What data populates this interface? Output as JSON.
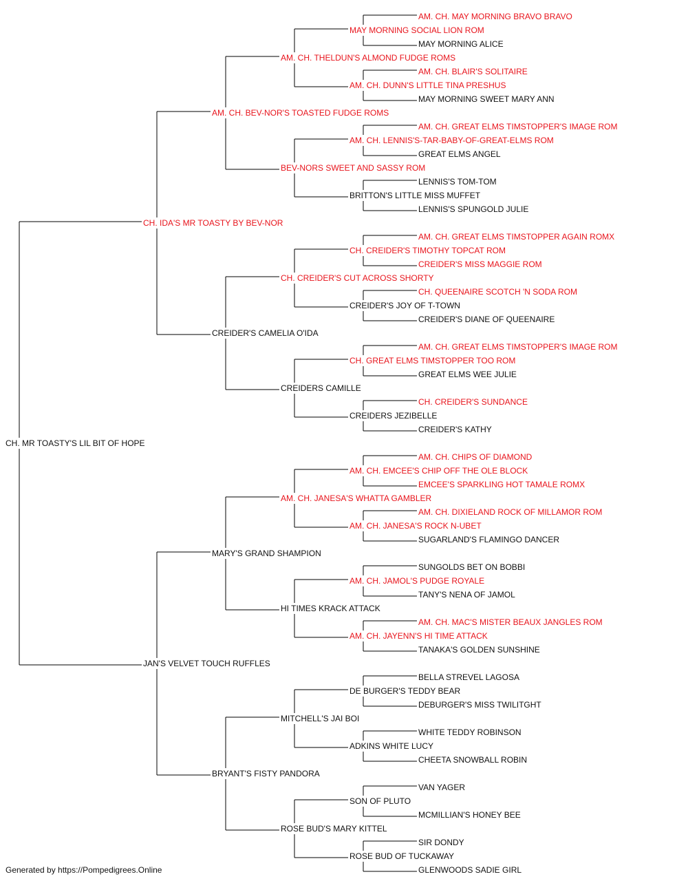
{
  "pedigree": {
    "colors": {
      "champion_text": "#e8141c",
      "normal_text": "#111111",
      "lines": "#000000"
    },
    "subject": {
      "name": "CH. MR TOASTY'S LIL BIT OF HOPE",
      "champion": false
    },
    "generation_1": [
      {
        "name": "CH. IDA'S MR TOASTY BY BEV-NOR",
        "champion": true
      },
      {
        "name": "JAN'S VELVET TOUCH RUFFLES",
        "champion": false
      }
    ],
    "generation_2": [
      {
        "name": "AM. CH. BEV-NOR'S TOASTED FUDGE ROMS",
        "champion": true
      },
      {
        "name": "CREIDER'S CAMELIA O'IDA",
        "champion": false
      },
      {
        "name": "MARY'S GRAND SHAMPION",
        "champion": false
      },
      {
        "name": "BRYANT'S FISTY PANDORA",
        "champion": false
      }
    ],
    "generation_3": [
      {
        "name": "AM. CH. THELDUN'S ALMOND FUDGE ROMS",
        "champion": true
      },
      {
        "name": "BEV-NORS SWEET AND SASSY ROM",
        "champion": true
      },
      {
        "name": "CH. CREIDER'S CUT ACROSS SHORTY",
        "champion": true
      },
      {
        "name": "CREIDERS CAMILLE",
        "champion": false
      },
      {
        "name": "AM. CH. JANESA'S WHATTA GAMBLER",
        "champion": true
      },
      {
        "name": "HI TIMES KRACK ATTACK",
        "champion": false
      },
      {
        "name": "MITCHELL'S JAI BOI",
        "champion": false
      },
      {
        "name": "ROSE BUD'S MARY KITTEL",
        "champion": false
      }
    ],
    "generation_4": [
      {
        "name": "MAY MORNING SOCIAL LION ROM",
        "champion": true
      },
      {
        "name": "AM. CH. DUNN'S LITTLE TINA PRESHUS",
        "champion": true
      },
      {
        "name": "AM. CH. LENNIS'S-TAR-BABY-OF-GREAT-ELMS ROM",
        "champion": true
      },
      {
        "name": "BRITTON'S LITTLE MISS MUFFET",
        "champion": false
      },
      {
        "name": "CH. CREIDER'S TIMOTHY TOPCAT ROM",
        "champion": true
      },
      {
        "name": "CREIDER'S JOY OF T-TOWN",
        "champion": false
      },
      {
        "name": "CH. GREAT ELMS TIMSTOPPER TOO ROM",
        "champion": true
      },
      {
        "name": "CREIDERS JEZIBELLE",
        "champion": false
      },
      {
        "name": "AM. CH. EMCEE'S CHIP OFF THE OLE BLOCK",
        "champion": true
      },
      {
        "name": "AM. CH. JANESA'S ROCK N-UBET",
        "champion": true
      },
      {
        "name": "AM. CH. JAMOL'S PUDGE ROYALE",
        "champion": true
      },
      {
        "name": "AM. CH. JAYENN'S HI TIME ATTACK",
        "champion": true
      },
      {
        "name": "DE BURGER'S TEDDY BEAR",
        "champion": false
      },
      {
        "name": "ADKINS WHITE LUCY",
        "champion": false
      },
      {
        "name": "SON OF PLUTO",
        "champion": false
      },
      {
        "name": "ROSE BUD OF TUCKAWAY",
        "champion": false
      }
    ],
    "generation_5": [
      {
        "name": "AM. CH. MAY MORNING BRAVO BRAVO",
        "champion": true
      },
      {
        "name": "MAY MORNING ALICE",
        "champion": false
      },
      {
        "name": "AM. CH. BLAIR'S SOLITAIRE",
        "champion": true
      },
      {
        "name": "MAY MORNING SWEET MARY ANN",
        "champion": false
      },
      {
        "name": "AM. CH. GREAT ELMS TIMSTOPPER'S IMAGE ROM",
        "champion": true
      },
      {
        "name": "GREAT ELMS ANGEL",
        "champion": false
      },
      {
        "name": "LENNIS'S TOM-TOM",
        "champion": false
      },
      {
        "name": "LENNIS'S SPUNGOLD JULIE",
        "champion": false
      },
      {
        "name": "AM. CH. GREAT ELMS TIMSTOPPER AGAIN ROMX",
        "champion": true
      },
      {
        "name": "CREIDER'S MISS MAGGIE ROM",
        "champion": true
      },
      {
        "name": "CH. QUEENAIRE SCOTCH 'N SODA ROM",
        "champion": true
      },
      {
        "name": "CREIDER'S DIANE OF QUEENAIRE",
        "champion": false
      },
      {
        "name": "AM. CH. GREAT ELMS TIMSTOPPER'S IMAGE ROM",
        "champion": true
      },
      {
        "name": "GREAT ELMS WEE JULIE",
        "champion": false
      },
      {
        "name": "CH. CREIDER'S SUNDANCE",
        "champion": true
      },
      {
        "name": "CREIDER'S KATHY",
        "champion": false
      },
      {
        "name": "AM. CH. CHIPS OF DIAMOND",
        "champion": true
      },
      {
        "name": "EMCEE'S SPARKLING HOT TAMALE ROMX",
        "champion": true
      },
      {
        "name": "AM. CH. DIXIELAND ROCK OF MILLAMOR ROM",
        "champion": true
      },
      {
        "name": "SUGARLAND'S FLAMINGO DANCER",
        "champion": false
      },
      {
        "name": "SUNGOLDS BET ON BOBBI",
        "champion": false
      },
      {
        "name": "TANY'S NENA OF JAMOL",
        "champion": false
      },
      {
        "name": "AM. CH. MAC'S MISTER BEAUX JANGLES ROM",
        "champion": true
      },
      {
        "name": "TANAKA'S GOLDEN SUNSHINE",
        "champion": false
      },
      {
        "name": "BELLA STREVEL LAGOSA",
        "champion": false
      },
      {
        "name": "DEBURGER'S MISS TWILITGHT",
        "champion": false
      },
      {
        "name": "WHITE TEDDY ROBINSON",
        "champion": false
      },
      {
        "name": "CHEETA SNOWBALL ROBIN",
        "champion": false
      },
      {
        "name": "VAN YAGER",
        "champion": false
      },
      {
        "name": "MCMILLIAN'S HONEY BEE",
        "champion": false
      },
      {
        "name": "SIR DONDY",
        "champion": false
      },
      {
        "name": "GLENWOODS SADIE GIRL",
        "champion": false
      }
    ]
  },
  "footer": {
    "text": "Generated by https://Pompedigrees.Online"
  }
}
